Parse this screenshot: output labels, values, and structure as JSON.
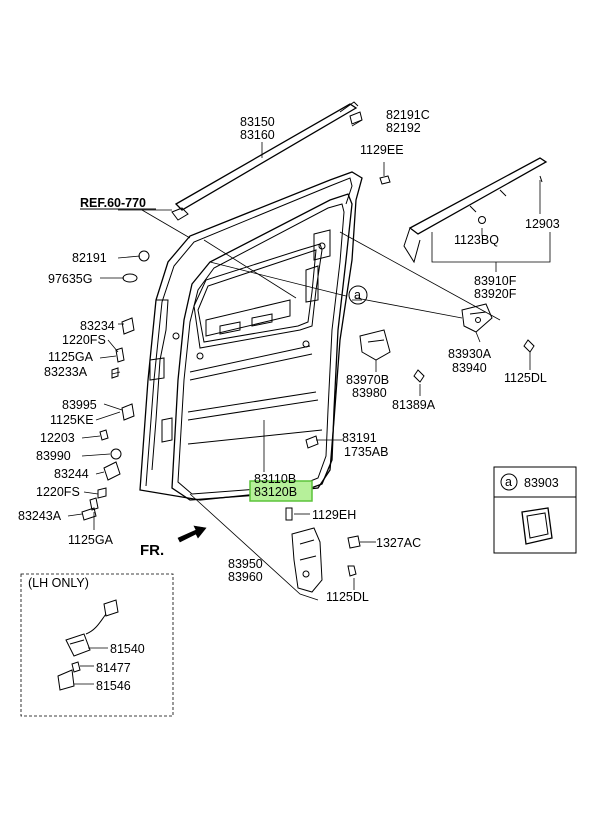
{
  "labels": {
    "p83150": "83150",
    "p83160": "83160",
    "p82191C": "82191C",
    "p82192": "82192",
    "p1129EE": "1129EE",
    "ref": "REF.60-770",
    "p82191": "82191",
    "p97635G": "97635G",
    "p83234": "83234",
    "p1220FS_a": "1220FS",
    "p1125GA_a": "1125GA",
    "p83233A": "83233A",
    "p83995": "83995",
    "p1125KE": "1125KE",
    "p12203": "12203",
    "p83990": "83990",
    "p83244": "83244",
    "p1220FS_b": "1220FS",
    "p83243A": "83243A",
    "p1125GA_b": "1125GA",
    "fr": "FR.",
    "p12903": "12903",
    "p1123BQ": "1123BQ",
    "p83910F": "83910F",
    "p83920F": "83920F",
    "callout_a": "a",
    "p83930A": "83930A",
    "p83940": "83940",
    "p1125DL_a": "1125DL",
    "p83970B": "83970B",
    "p83980": "83980",
    "p81389A": "81389A",
    "p83191": "83191",
    "p1735AB": "1735AB",
    "p83110B": "83110B",
    "p83120B": "83120B",
    "p1129EH": "1129EH",
    "p1327AC": "1327AC",
    "p83950": "83950",
    "p83960": "83960",
    "p1125DL_b": "1125DL",
    "lh_only": "(LH ONLY)",
    "p81540": "81540",
    "p81477": "81477",
    "p81546": "81546",
    "inset_callout": "a",
    "inset_part": "83903"
  },
  "colors": {
    "highlight_fill": "#b6f09a",
    "highlight_stroke": "#5cc43a",
    "line": "#000000"
  }
}
